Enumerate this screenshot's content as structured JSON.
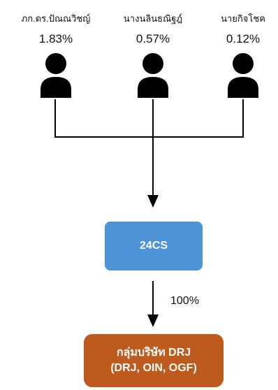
{
  "shareholders": [
    {
      "name": "ภก.ดร.ปัณณวิชญ์",
      "percent": "1.83%",
      "icon": "person-icon"
    },
    {
      "name": "นางนลินธณิฐฎ์",
      "percent": "0.57%",
      "icon": "person-icon"
    },
    {
      "name": "นายกิจโชค",
      "percent": "0.12%",
      "icon": "person-icon"
    }
  ],
  "holding_company": {
    "label": "24CS",
    "color": "#4e93d7"
  },
  "ownership": {
    "percent": "100%"
  },
  "group": {
    "line1": "กลุ่มบริษัท DRJ",
    "line2": "(DRJ, OIN, OGF)",
    "color": "#bf5a1e"
  }
}
